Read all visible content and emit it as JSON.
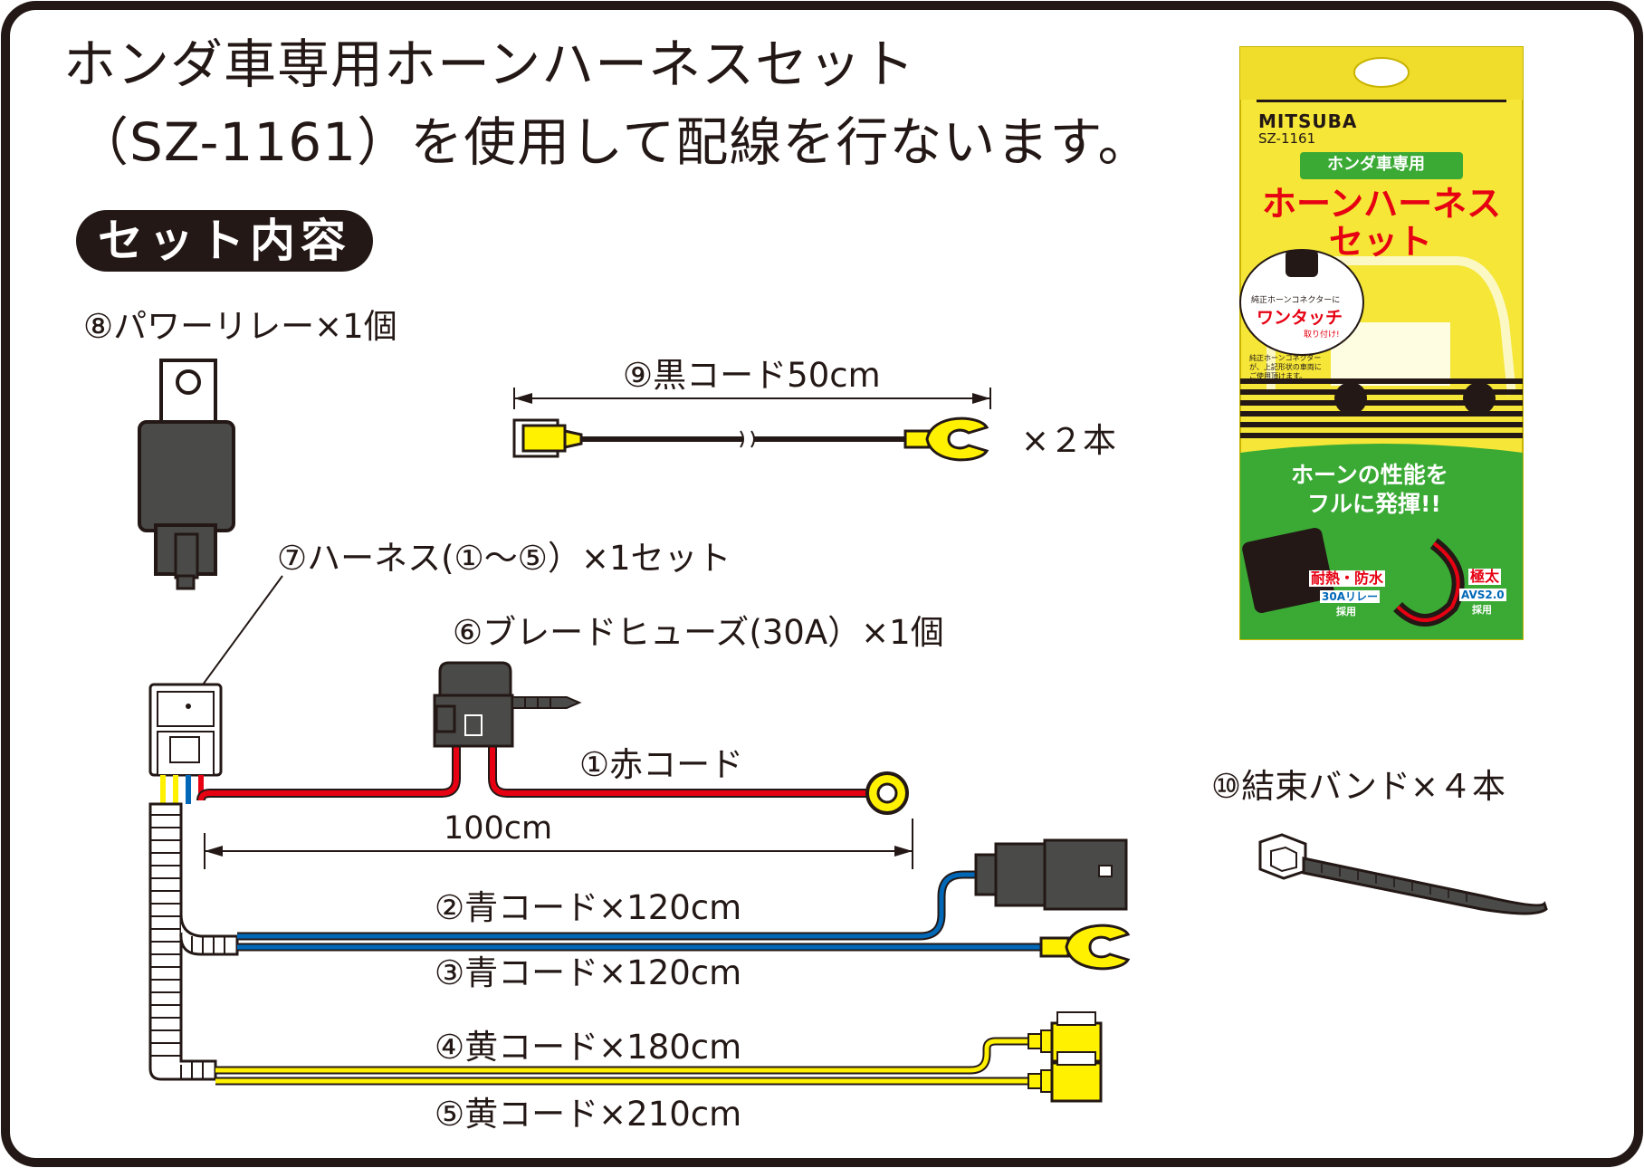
{
  "title": {
    "line1": "ホンダ車専用ホーンハーネスセット",
    "line2": "（SZ-1161）を使用して配線を行ないます。"
  },
  "section_badge": "セット内容",
  "labels": {
    "relay": "⑧パワーリレー×1個",
    "black_cord": "⑨黒コード50cm",
    "black_cord_qty": "×２本",
    "harness": "⑦ハーネス(①～⑤）×1セット",
    "fuse": "⑥ブレードヒューズ(30A）×1個",
    "red_cord": "①赤コード",
    "length_100": "100cm",
    "blue_cord_2": "②青コード×120cm",
    "blue_cord_3": "③青コード×120cm",
    "yellow_cord_4": "④黄コード×180cm",
    "yellow_cord_5": "⑤黄コード×210cm",
    "cable_tie": "⑩結束バンド×４本"
  },
  "package": {
    "brand": "MITSUBA",
    "model": "SZ-1161",
    "tag": "ホンダ車専用",
    "name_line1": "ホーンハーネス",
    "name_line2": "セット",
    "bubble_line1": "純正ホーンコネクターに",
    "bubble_line2": "ワンタッチ",
    "bubble_line3": "取り付け!",
    "note_line1": "純正ホーンコネクター",
    "note_line2": "が、上記形状の車両に",
    "note_line3": "ご使用頂けます。",
    "slogan_line1": "ホーンの性能を",
    "slogan_line2": "フルに発揮!!",
    "feature1_line1": "耐熱・防水",
    "feature1_line2": "30Aリレー",
    "feature1_line3": "採用",
    "feature2_line1": "極太",
    "feature2_line2": "AVS2.0",
    "feature2_line3": "採用"
  },
  "colors": {
    "red_wire": "#e60012",
    "blue_wire": "#0068b7",
    "yellow_wire": "#fff100",
    "package_yellow": "#f5e637",
    "package_green": "#3aaa35",
    "ink": "#231815"
  }
}
